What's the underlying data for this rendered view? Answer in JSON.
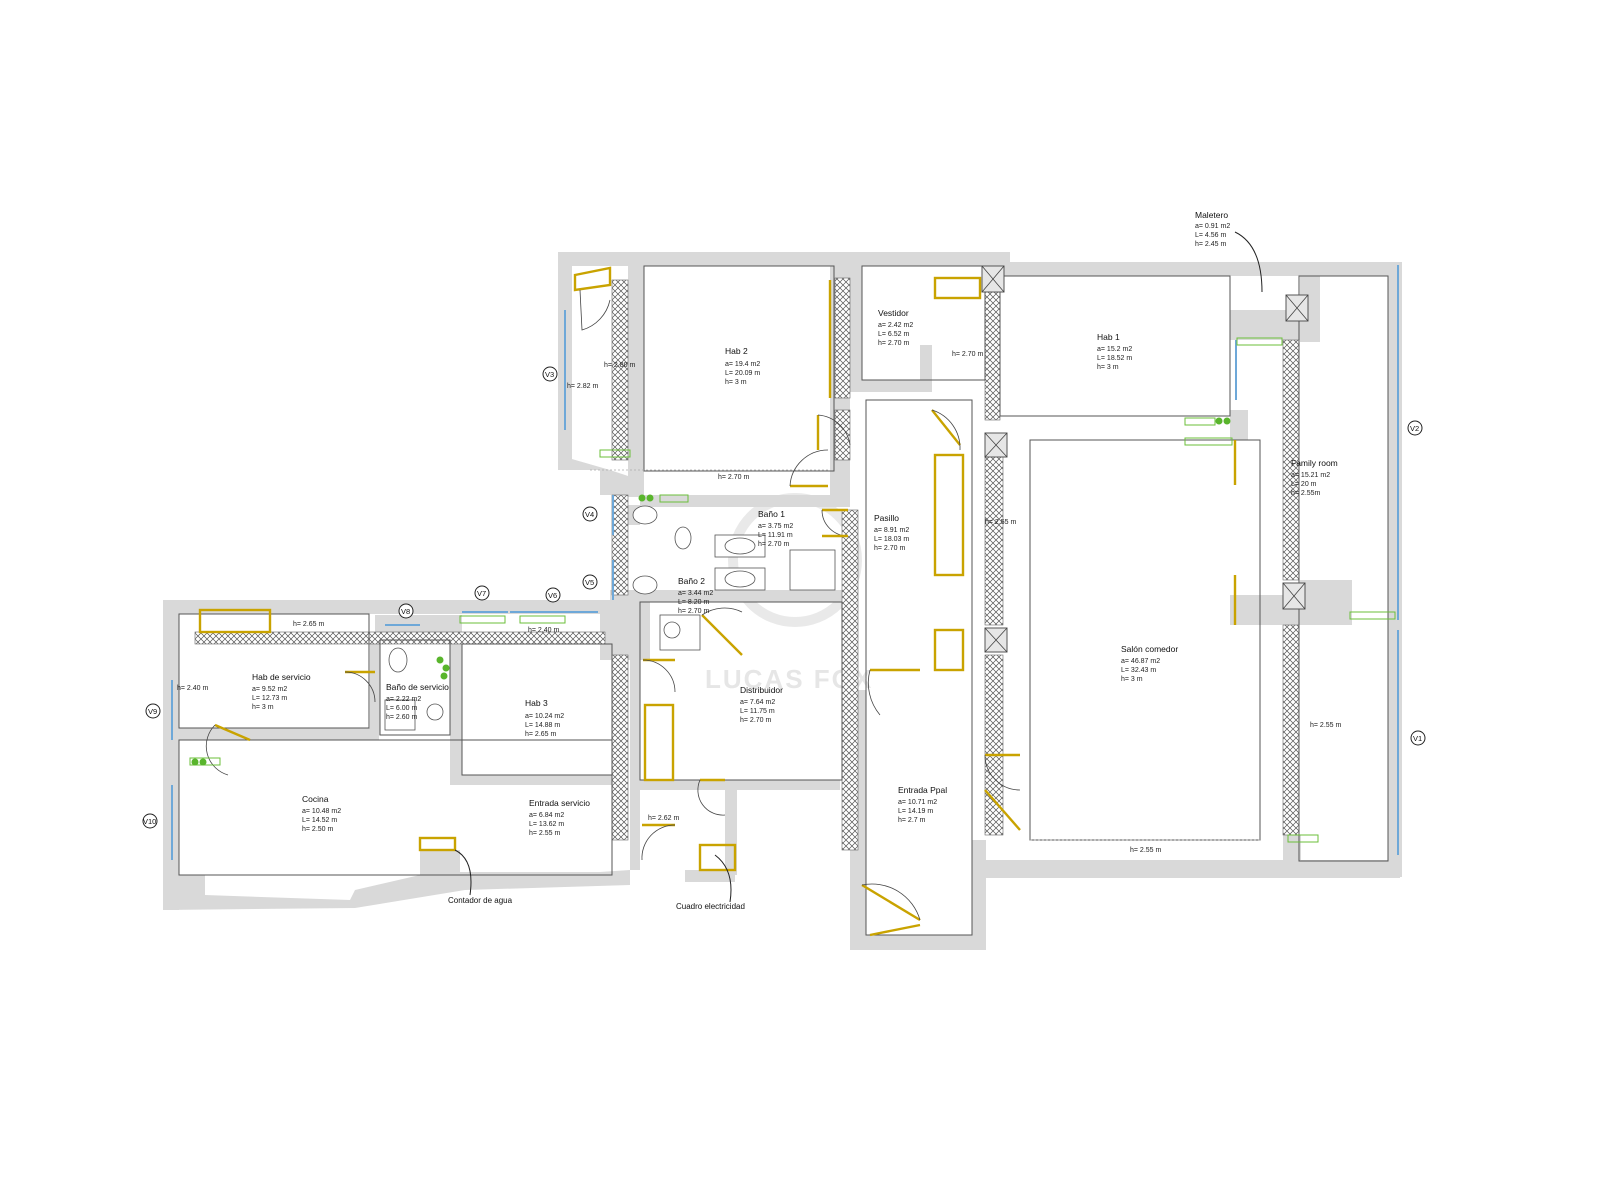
{
  "rooms": {
    "maletero": {
      "name": "Maletero",
      "a": "a= 0.91 m2",
      "l": "L= 4.56 m",
      "h": "h= 2.45 m"
    },
    "hab2": {
      "name": "Hab 2",
      "a": "a= 19.4 m2",
      "l": "L= 20.09 m",
      "h": "h= 3 m"
    },
    "vestidor": {
      "name": "Vestidor",
      "a": "a= 2.42 m2",
      "l": "L= 6.52 m",
      "h": "h= 2.70 m"
    },
    "hab1": {
      "name": "Hab 1",
      "a": "a= 15.2 m2",
      "l": "L= 18.52 m",
      "h": "h= 3 m"
    },
    "family": {
      "name": "Family room",
      "a": "a= 15.21 m2",
      "l": "L= 20 m",
      "h": "h= 2.55m"
    },
    "bano1": {
      "name": "Baño 1",
      "a": "a= 3.75 m2",
      "l": "L= 11.91 m",
      "h": "h= 2.70 m"
    },
    "pasillo": {
      "name": "Pasillo",
      "a": "a= 8.91 m2",
      "l": "L= 18.03 m",
      "h": "h= 2.70 m"
    },
    "bano2": {
      "name": "Baño 2",
      "a": "a= 3.44 m2",
      "l": "L= 8.20 m",
      "h": "h= 2.70 m"
    },
    "habserv": {
      "name": "Hab de servicio",
      "a": "a= 9.52 m2",
      "l": "L= 12.73 m",
      "h": "h= 3 m"
    },
    "banoserv": {
      "name": "Baño de servicio",
      "a": "a= 2.22 m2",
      "l": "L= 6.00 m",
      "h": "h= 2.60 m"
    },
    "hab3": {
      "name": "Hab 3",
      "a": "a= 10.24 m2",
      "l": "L= 14.88 m",
      "h": "h= 2.65 m"
    },
    "distribuidor": {
      "name": "Distribuidor",
      "a": "a= 7.64 m2",
      "l": "L= 11.75 m",
      "h": "h= 2.70 m"
    },
    "salon": {
      "name": "Salón comedor",
      "a": "a= 46.87 m2",
      "l": "L= 32.43 m",
      "h": "h= 3 m"
    },
    "cocina": {
      "name": "Cocina",
      "a": "a= 10.48 m2",
      "l": "L= 14.52 m",
      "h": "h= 2.50 m"
    },
    "entradaserv": {
      "name": "Entrada servicio",
      "a": "a= 6.84 m2",
      "l": "L= 13.62 m",
      "h": "h= 2.55 m"
    },
    "entrada": {
      "name": "Entrada Ppal",
      "a": "a= 10.71 m2",
      "l": "L= 14.19 m",
      "h": "h= 2.7 m"
    }
  },
  "heights": {
    "h1": "h= 2.80 m",
    "h2": "h= 2.82 m",
    "h3": "h= 2.70 m",
    "h4": "h= 2.70 m",
    "h5": "h= 2.55 m",
    "h6": "h= 2.65 m",
    "h7": "h= 2.40 m",
    "h8": "h= 2.40 m",
    "h9": "h= 2.62 m",
    "h10": "h= 2.55 m",
    "h11": "h= 2.55 m"
  },
  "windows": [
    "V1",
    "V2",
    "V3",
    "V4",
    "V5",
    "V6",
    "V7",
    "V8",
    "V9",
    "V10"
  ],
  "notes": {
    "water": "Contador de agua",
    "electric": "Cuadro electricidad"
  },
  "watermark": "LUCAS FOX",
  "colors": {
    "wall": "#d9d9d9",
    "door": "#c9a300",
    "window": "#6ea8d8",
    "radiator": "#6bbf3a"
  }
}
